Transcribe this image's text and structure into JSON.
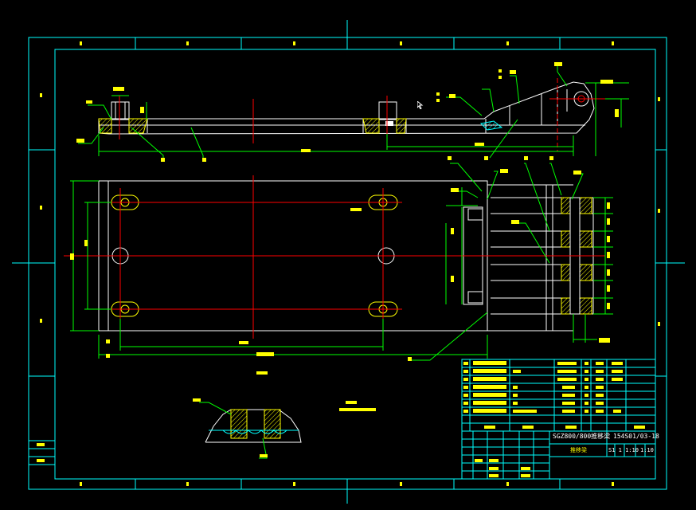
{
  "title_block": {
    "drawing_number": "SGZ800/800推移梁",
    "code": "154S01/03-18",
    "sub_label": "推移梁",
    "scale_label": "S1 1 1:10",
    "sheet_label": "1:10"
  },
  "notes": {
    "tech_requirements": "技术要求"
  },
  "colors": {
    "frame": "#00ffff",
    "outline": "#ffffff",
    "dimension": "#00ff00",
    "centerline": "#ff0000",
    "leader": "#00ff00",
    "text": "#ffff00",
    "hatch": "#ffff00"
  }
}
